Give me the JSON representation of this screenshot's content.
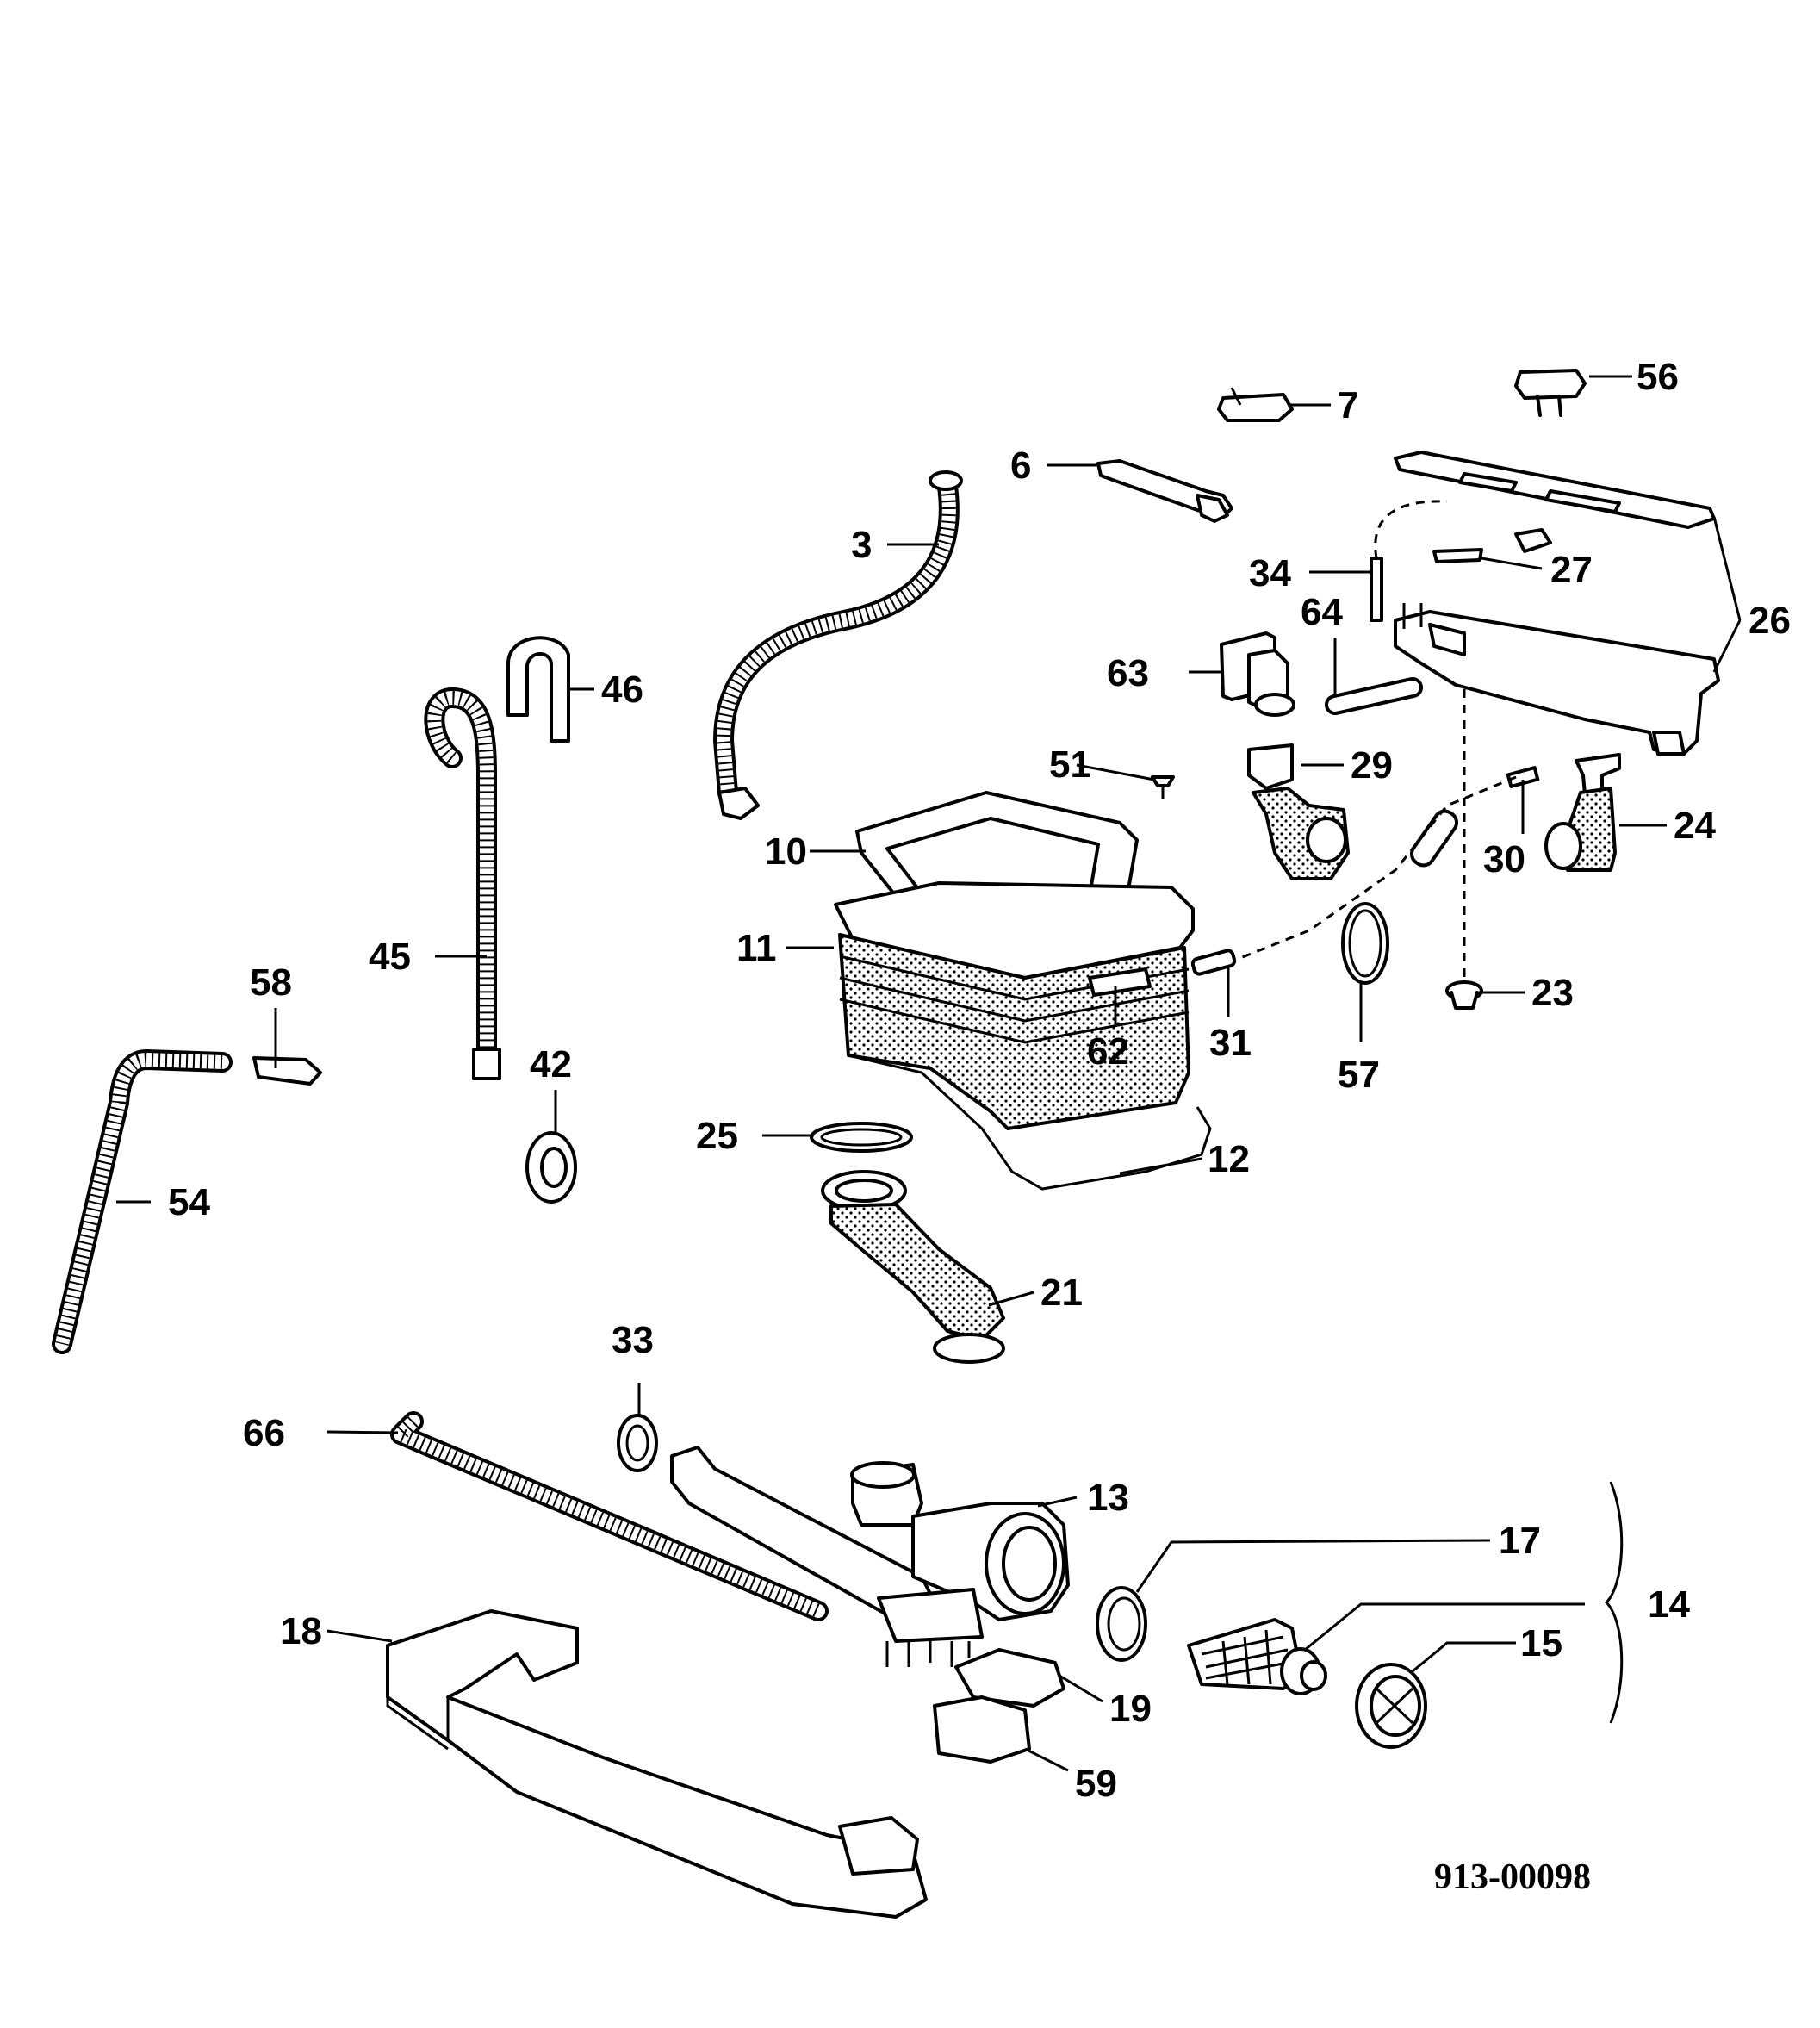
{
  "parts": {
    "p3": "3",
    "p6": "6",
    "p7": "7",
    "p10": "10",
    "p11": "11",
    "p12": "12",
    "p13": "13",
    "p14": "14",
    "p15": "15",
    "p17": "17",
    "p18": "18",
    "p19": "19",
    "p21": "21",
    "p23": "23",
    "p24": "24",
    "p25": "25",
    "p26": "26",
    "p27": "27",
    "p29": "29",
    "p30": "30",
    "p31": "31",
    "p33": "33",
    "p34": "34",
    "p42": "42",
    "p45": "45",
    "p46": "46",
    "p51": "51",
    "p54": "54",
    "p56": "56",
    "p57": "57",
    "p58": "58",
    "p59": "59",
    "p62": "62",
    "p63": "63",
    "p64": "64",
    "p66": "66"
  },
  "document_number": "913-00098"
}
